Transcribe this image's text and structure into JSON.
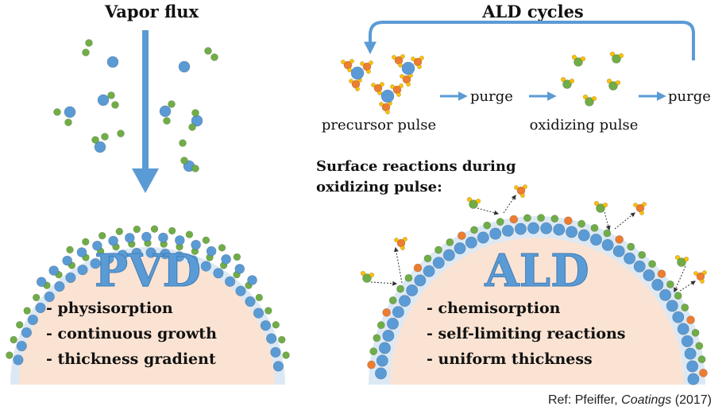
{
  "pvd": {
    "heading": "Vapor flux",
    "label": "PVD",
    "bullets": [
      "- physisorption",
      "- continuous growth",
      "- thickness gradient"
    ]
  },
  "ald": {
    "heading": "ALD cycles",
    "steps": {
      "precursor": "precursor pulse",
      "purge1": "purge",
      "oxidizing": "oxidizing pulse",
      "purge2": "purge"
    },
    "subheading_line1": "Surface reactions during",
    "subheading_line2": "oxidizing pulse:",
    "label": "ALD",
    "bullets": [
      "- chemisorption",
      "- self-limiting reactions",
      "- uniform thickness"
    ]
  },
  "reference": {
    "prefix": "Ref: Pfeiffer, ",
    "journal": "Coatings",
    "year": " (2017)"
  },
  "colors": {
    "substrate": "#fbe3d3",
    "blue_atom": "#5b9bd5",
    "green_atom": "#70ad47",
    "orange_atom": "#ed7d31",
    "yellow_atom": "#ffc000",
    "arrow": "#5b9bd5"
  }
}
